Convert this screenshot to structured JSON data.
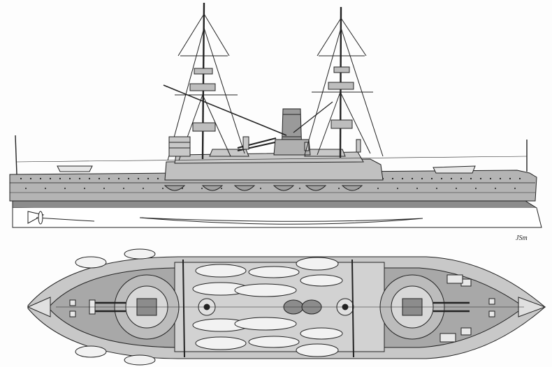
{
  "drawing": {
    "views": [
      "side-elevation",
      "plan-view"
    ],
    "signature": "JSm",
    "colors": {
      "line": "#222222",
      "hull": "#b4b4b4",
      "hull_dark": "#8c8c8c",
      "deck": "#c8c8c8",
      "boat": "#f2f2f2",
      "paper": "#fdfdfd"
    }
  }
}
